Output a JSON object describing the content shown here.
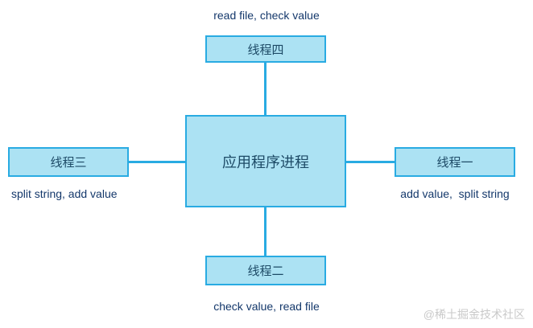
{
  "diagram": {
    "center": {
      "label": "应用程序进程"
    },
    "nodes": {
      "top": {
        "label": "线程四",
        "annotation": "read file, check value"
      },
      "left": {
        "label": "线程三",
        "annotation": "split string, add value"
      },
      "right": {
        "label": "线程一",
        "annotation": "add value,  split string"
      },
      "bottom": {
        "label": "线程二",
        "annotation": "check value, read file"
      }
    },
    "colors": {
      "node_fill": "#ace2f3",
      "node_border": "#29abe2",
      "connector": "#29abe2",
      "node_text": "#1d4a66",
      "annotation_text": "#14386b",
      "watermark_text": "#c9c9c9"
    },
    "watermark": "@稀土掘金技术社区"
  }
}
